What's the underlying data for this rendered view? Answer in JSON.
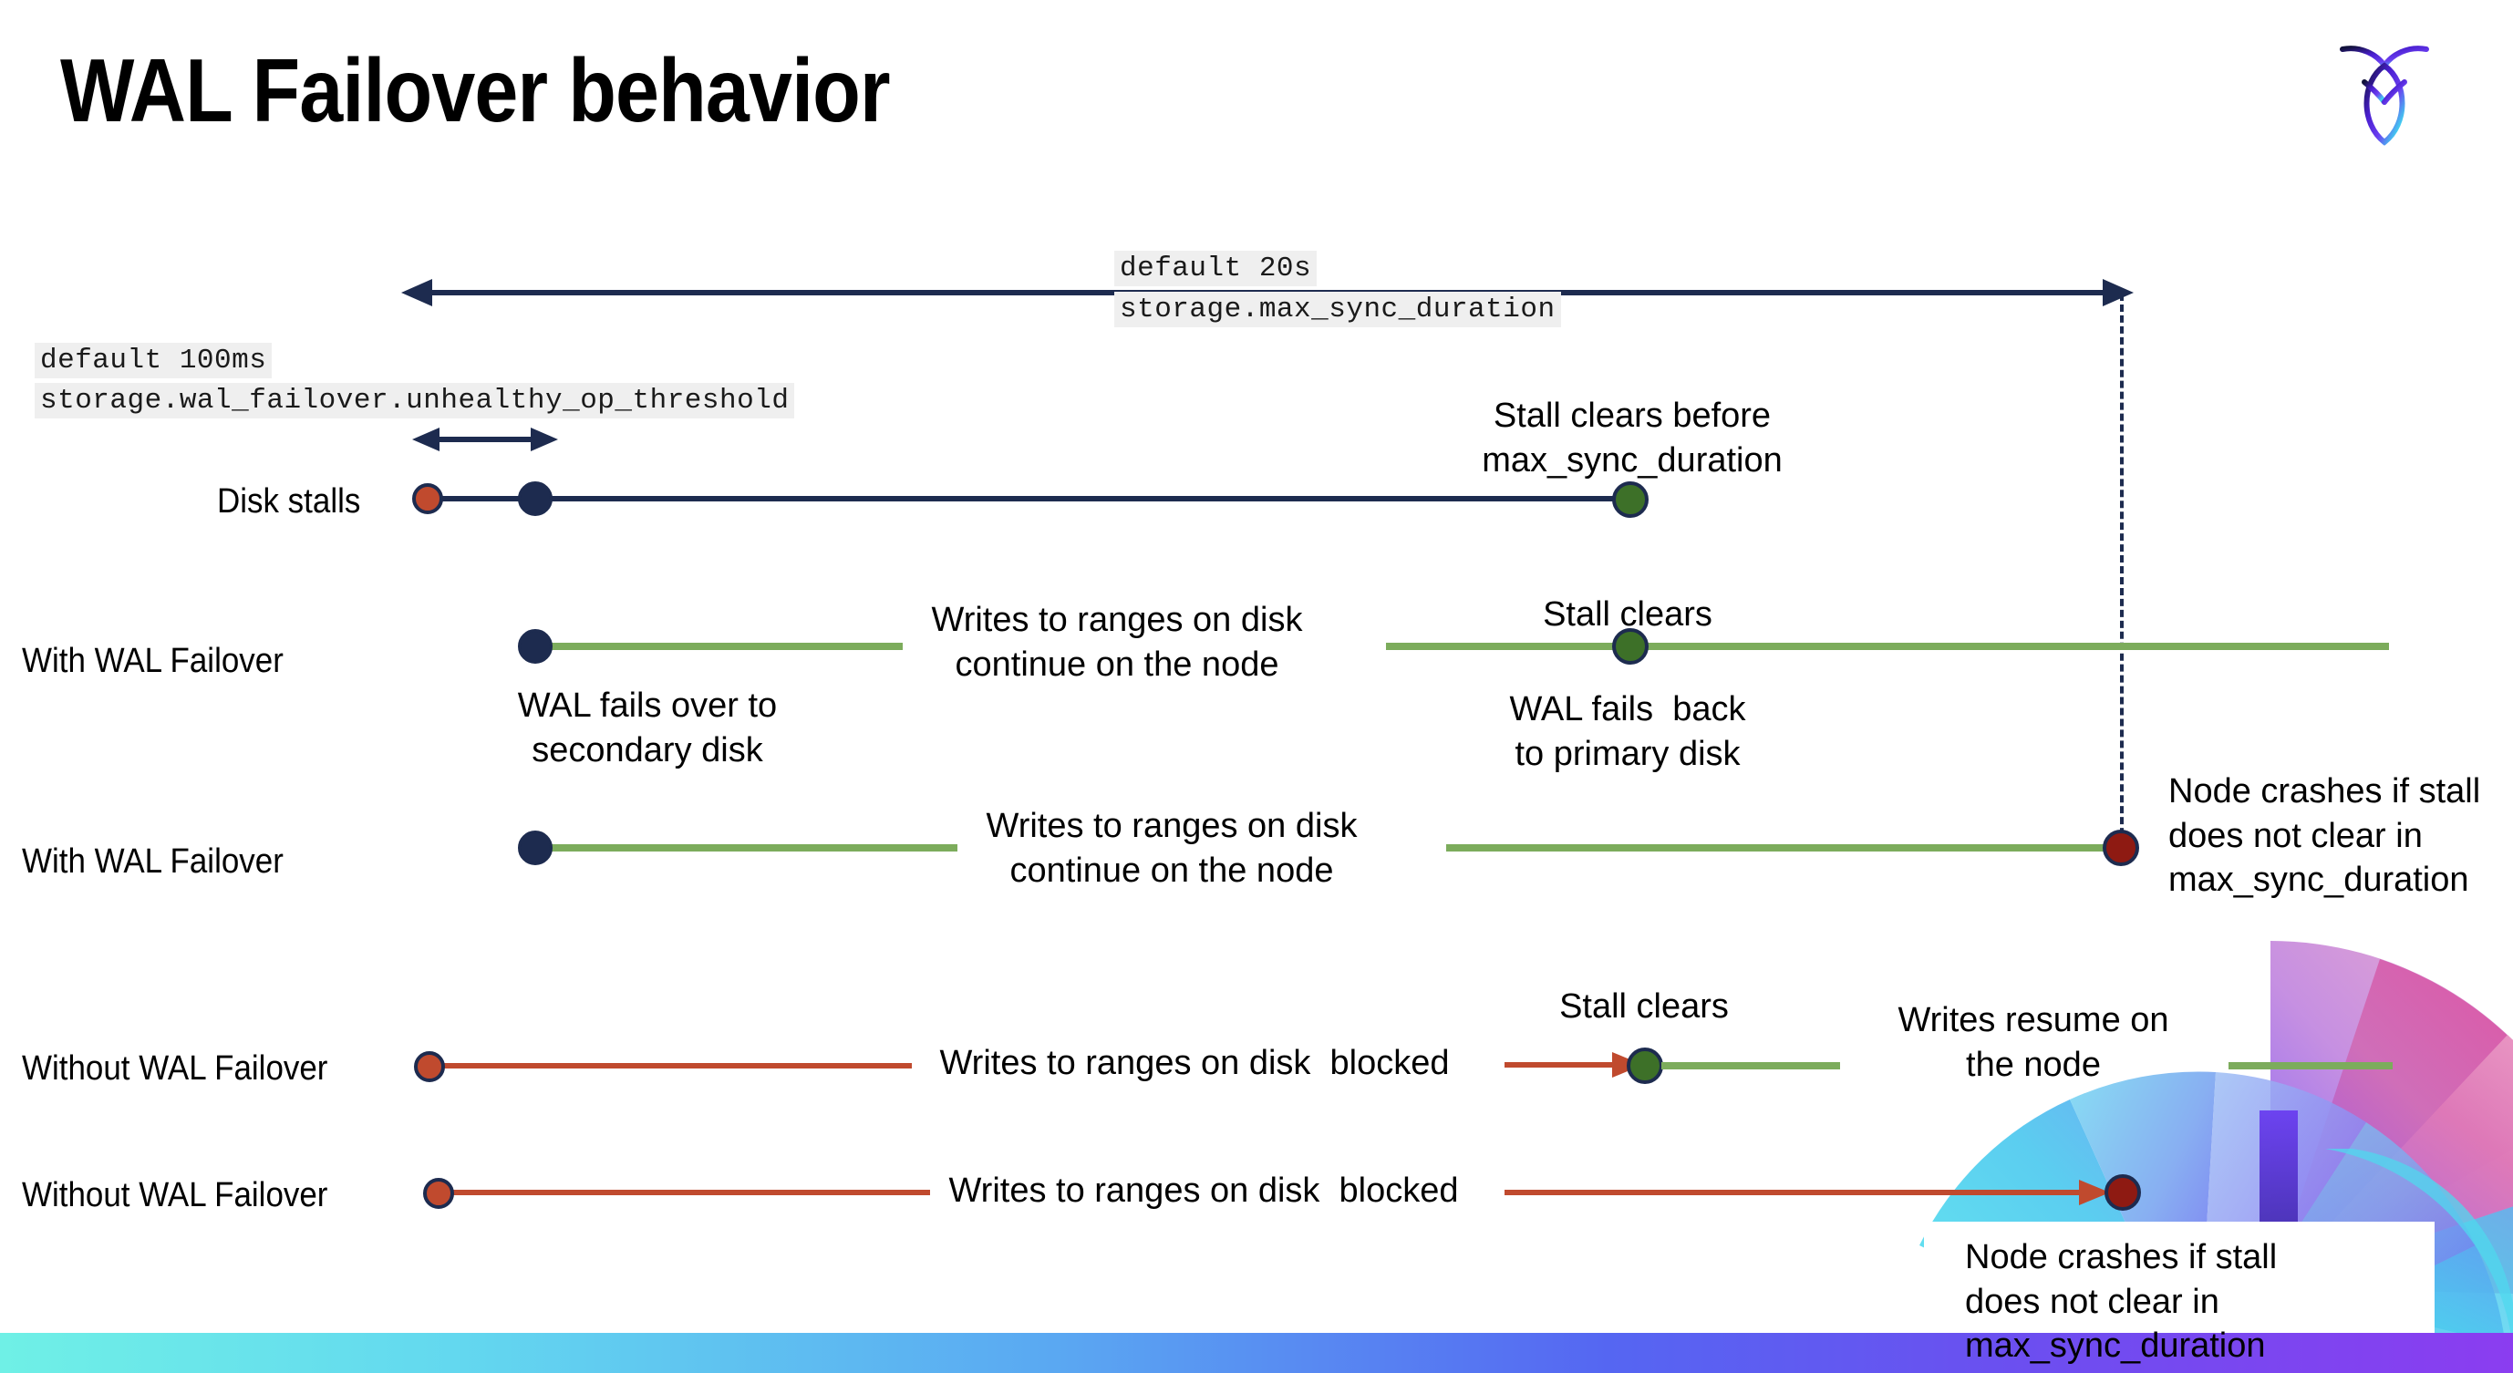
{
  "slide": {
    "title": "WAL Failover behavior",
    "logo_name": "cockroachdb-logo"
  },
  "settings": [
    {
      "id": "max-sync-duration",
      "default_text": "default 20s",
      "setting_name": "storage.max_sync_duration"
    },
    {
      "id": "unhealthy-op-threshold",
      "default_text": "default 100ms",
      "setting_name": "storage.wal_failover.unhealthy_op_threshold"
    }
  ],
  "rows": [
    {
      "id": "disk-stalls",
      "label": "Disk stalls",
      "notes": [
        "Stall clears before\nmax_sync_duration"
      ]
    },
    {
      "id": "with-wal-failover-1",
      "label": "With WAL Failover",
      "notes": [
        "Writes to ranges on disk\ncontinue on the node",
        "Stall clears",
        "WAL fails over to\nsecondary disk",
        "WAL fails  back\nto primary disk"
      ]
    },
    {
      "id": "with-wal-failover-2",
      "label": "With WAL Failover",
      "notes": [
        "Writes to ranges on disk\ncontinue on the node",
        "Node crashes if stall\ndoes not clear in\nmax_sync_duration"
      ]
    },
    {
      "id": "without-wal-failover-1",
      "label": "Without WAL Failover",
      "notes": [
        "Writes to ranges on disk  blocked",
        "Stall clears",
        "Writes resume on\nthe node"
      ]
    },
    {
      "id": "without-wal-failover-2",
      "label": "Without WAL Failover",
      "notes": [
        "Writes to ranges on disk  blocked",
        "Node crashes if stall\ndoes not clear in\nmax_sync_duration"
      ]
    }
  ],
  "colors": {
    "navy": "#1d2b4f",
    "orange": "#c04a2e",
    "green_line": "#7cac5c",
    "green_dot": "#3d7028",
    "dark_red": "#8e1a12",
    "code_bg": "#efefef"
  }
}
